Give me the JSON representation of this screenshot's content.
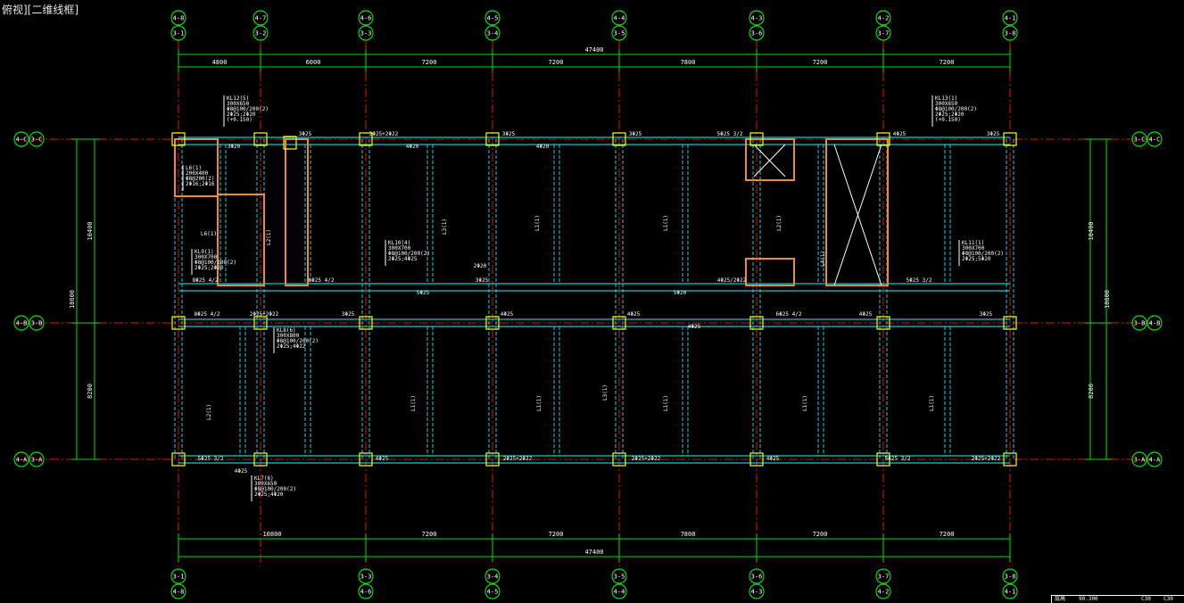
{
  "view_label": "俯视][二维线框]",
  "grid": {
    "columns": [
      {
        "top": "4-8",
        "sub": "3-1"
      },
      {
        "top": "4-7",
        "sub": "3-2"
      },
      {
        "top": "4-6",
        "sub": "3-3"
      },
      {
        "top": "4-5",
        "sub": "3-4"
      },
      {
        "top": "4-4",
        "sub": "3-5"
      },
      {
        "top": "4-3",
        "sub": "3-6"
      },
      {
        "top": "4-2",
        "sub": "3-7"
      },
      {
        "top": "4-1",
        "sub": "3-8"
      }
    ],
    "bottom_columns": [
      {
        "top": "3-1",
        "sub": "4-8"
      },
      {
        "top": "3-3",
        "sub": "4-6"
      },
      {
        "top": "3-4",
        "sub": "4-5"
      },
      {
        "top": "3-5",
        "sub": "4-4"
      },
      {
        "top": "3-6",
        "sub": "4-3"
      },
      {
        "top": "3-7",
        "sub": "4-2"
      },
      {
        "top": "3-8",
        "sub": "4-1"
      }
    ],
    "rows": [
      {
        "a": "4-C",
        "b": "3-C"
      },
      {
        "a": "4-B",
        "b": "3-B"
      },
      {
        "a": "4-A",
        "b": "3-A"
      }
    ]
  },
  "dimensions": {
    "top_total": "47400",
    "top_spans": [
      "4800",
      "6000",
      "7200",
      "7200",
      "7800",
      "7200",
      "7200"
    ],
    "bottom_total": "47400",
    "bottom_spans": [
      "10800",
      "7200",
      "7200",
      "7800",
      "7200",
      "7200"
    ],
    "left_total": "18600",
    "left_spans": [
      "10400",
      "8200"
    ],
    "right_total": "18600",
    "right_spans": [
      "10400",
      "8200"
    ]
  },
  "annotations": {
    "kl12": [
      "KL12(5)",
      "300X650",
      "Φ8@100/200(2)",
      "2Φ25;2Φ20",
      "(+0.150)"
    ],
    "kl13": [
      "KL13(1)",
      "300X650",
      "Φ8@100/200(2)",
      "2Φ25;2Φ20",
      "(+0.150)"
    ],
    "kl10": [
      "KL10(4)",
      "300X700",
      "Φ8@100/200(2)",
      "2Φ25;4Φ25"
    ],
    "kl11": [
      "KL11(1)",
      "300X700",
      "Φ8@100/200(2)",
      "2Φ25;5Φ20"
    ],
    "kl9": [
      "KL9(1)",
      "300X700",
      "Φ8@100/200(2)",
      "2Φ25;2Φ20"
    ],
    "kl8": [
      "KL8(6)",
      "300X800",
      "Φ8@100/200(2)",
      "2Φ25;4Φ22"
    ],
    "kl7": [
      "KL7(6)",
      "300X650",
      "Φ8@100/200(2)",
      "2Φ25;4Φ20"
    ],
    "l6a": [
      "L6(1)",
      "200X400",
      "Φ8@200(2)",
      "2Φ16;2Φ16"
    ],
    "l6b": "L6(1)",
    "top_bar_labels": [
      "3Φ25",
      "2Φ25+2Φ22",
      "3Φ25",
      "3Φ25",
      "5Φ25 3/2",
      "4Φ25",
      "3Φ25",
      "3Φ20",
      "4Φ20",
      "4Φ20"
    ],
    "mid_upper_labels": [
      "8Φ25 4/2",
      "6Φ25 4/2",
      "5Φ25",
      "3Φ25",
      "5Φ20",
      "4Φ25/2Φ22",
      "5Φ25 3/2",
      "2Φ20"
    ],
    "mid_lower_labels": [
      "8Φ25 4/2",
      "2Φ25+2Φ22",
      "3Φ25",
      "4Φ25",
      "4Φ25",
      "6Φ25 4/2",
      "4Φ25",
      "3Φ25",
      "4Φ25"
    ],
    "bottom_bar_labels": [
      "5Φ25 3/2",
      "4Φ25",
      "2Φ25+2Φ22",
      "2Φ25+2Φ22",
      "4Φ25",
      "5Φ25 3/2",
      "2Φ25+2Φ22",
      "4Φ25"
    ],
    "l1": "L1(1)",
    "l2": "L2(1)",
    "l3": "L3(1)",
    "l4": "L4(1)"
  },
  "title_block": [
    "层高",
    "90.300",
    "C30",
    "C30"
  ]
}
